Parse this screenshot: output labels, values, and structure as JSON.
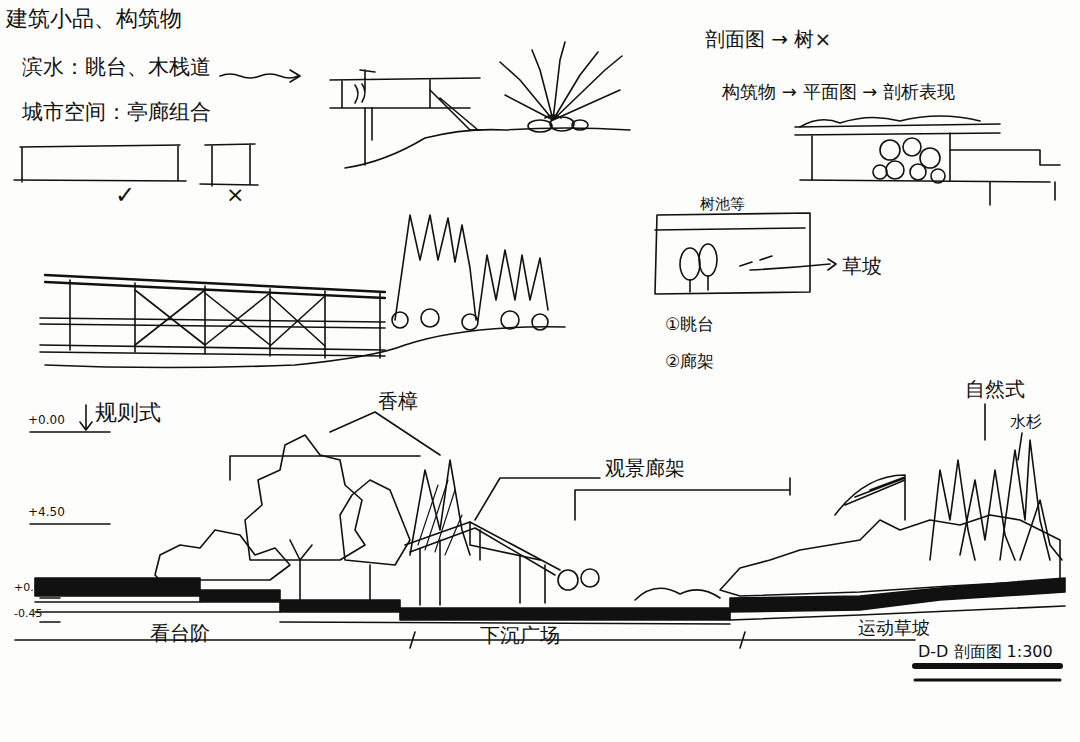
{
  "diagram": {
    "title": "建筑小品、构筑物",
    "labels": [
      "滨水：眺台、木栈道",
      "城市空间：亭廊组合",
      "✓",
      "×",
      "剖面图 → 树×",
      "构筑物 → 平面图 → 剖析表现",
      "树池等",
      "草坡",
      "①眺台",
      "②廊架",
      "+0.00",
      "规则式",
      "香樟",
      "观景廊架",
      "自然式",
      "水杉",
      "+4.50",
      "+0.00",
      "-0.45",
      "看台阶",
      "下沉广场",
      "运动草坡",
      "D-D 剖面图 1:300"
    ]
  }
}
